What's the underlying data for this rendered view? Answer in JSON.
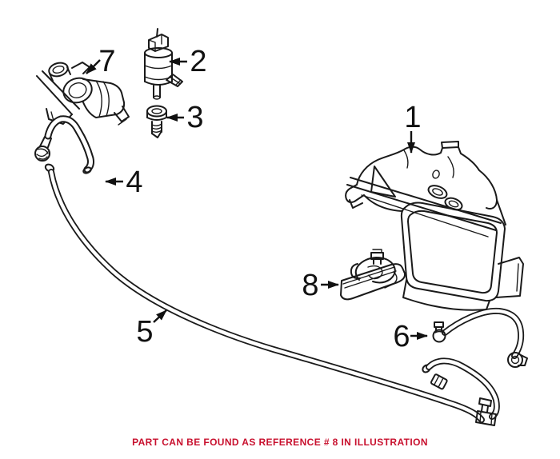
{
  "page": {
    "background": "#ffffff"
  },
  "colors": {
    "line": "#1a1a1a",
    "label": "#111111",
    "caption_red": "#c8102e"
  },
  "callouts": [
    {
      "num": "1"
    },
    {
      "num": "2"
    },
    {
      "num": "3"
    },
    {
      "num": "4"
    },
    {
      "num": "5"
    },
    {
      "num": "6"
    },
    {
      "num": "7"
    },
    {
      "num": "8"
    }
  ],
  "caption": {
    "text": "PART CAN BE FOUND AS REFERENCE # 8 IN ILLUSTRATION"
  }
}
